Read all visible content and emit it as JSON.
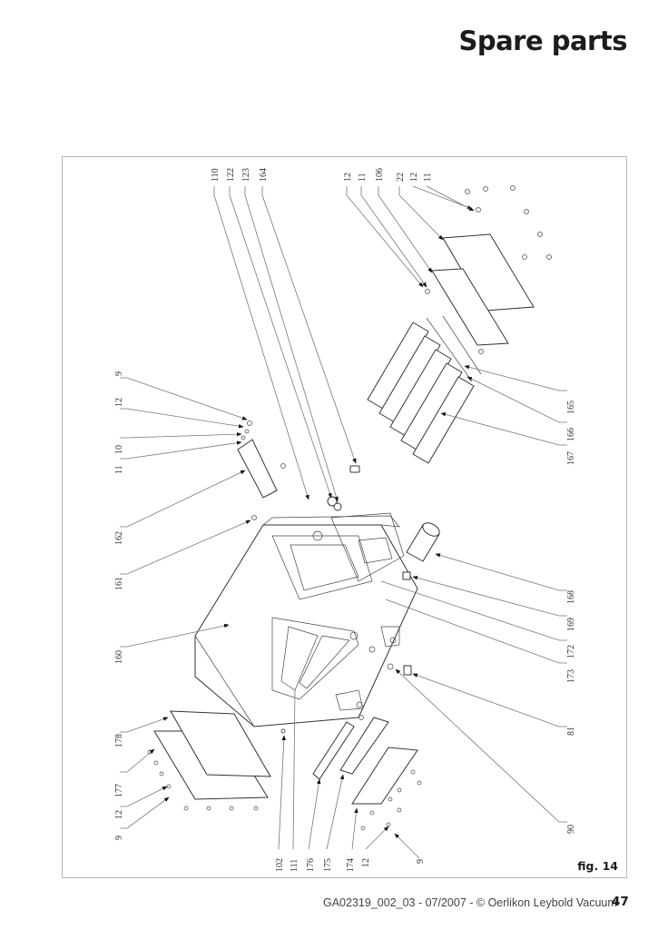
{
  "header": {
    "title": "Spare parts"
  },
  "figure": {
    "caption": "fig. 14",
    "callouts_top": [
      "110",
      "122",
      "123",
      "164",
      "12",
      "11",
      "106",
      "22",
      "12",
      "11"
    ],
    "callouts_left": [
      "9",
      "12",
      "10",
      "11",
      "162",
      "161",
      "160",
      "178",
      "177",
      "12",
      "9"
    ],
    "callouts_bottom": [
      "102",
      "111",
      "176",
      "175",
      "174",
      "12",
      "9"
    ],
    "callouts_right": [
      "165",
      "166",
      "167",
      "168",
      "169",
      "172",
      "173",
      "81",
      "90"
    ]
  },
  "footer": {
    "document_ref": "GA02319_002_03 - 07/2007 - © Oerlikon Leybold Vacuum",
    "page_number": "47"
  }
}
